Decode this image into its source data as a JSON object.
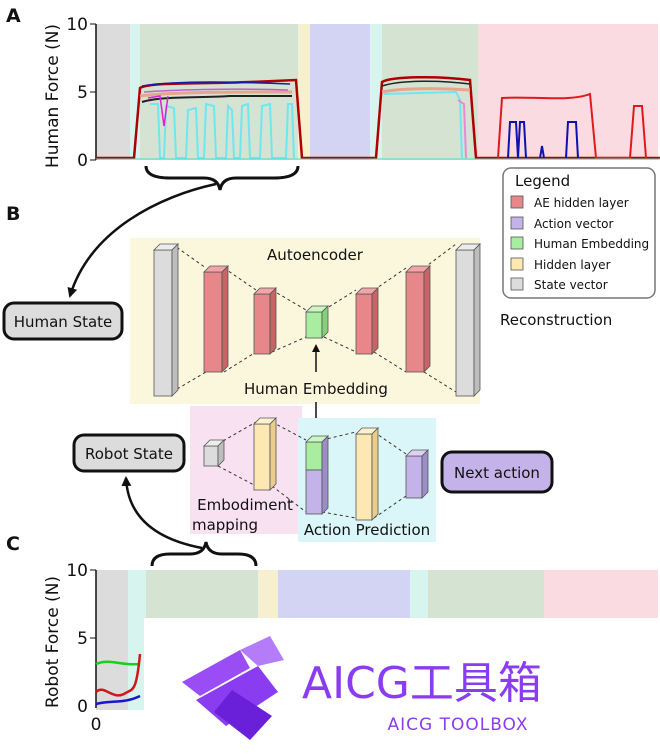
{
  "panels": {
    "a": "A",
    "b": "B",
    "c": "C"
  },
  "chart_a": {
    "ylabel": "Human Force (N)",
    "yticks": [
      "0",
      "5",
      "10"
    ]
  },
  "chart_c": {
    "ylabel": "Robot Force (N)",
    "yticks": [
      "0",
      "5",
      "10"
    ],
    "xticks": [
      "0"
    ]
  },
  "diagram": {
    "autoencoder_title": "Autoencoder",
    "reconstruction": "Reconstruction",
    "human_embedding": "Human Embedding",
    "human_state": "Human State",
    "robot_state": "Robot State",
    "next_action": "Next action",
    "embodiment_line1": "Embodiment",
    "embodiment_line2": "mapping",
    "action_prediction": "Action Prediction"
  },
  "legend": {
    "title": "Legend",
    "items": [
      {
        "label": "AE hidden layer",
        "color": "#e8878a"
      },
      {
        "label": "Action vector",
        "color": "#c3b3e8"
      },
      {
        "label": "Human Embedding",
        "color": "#a9eea0"
      },
      {
        "label": "Hidden layer",
        "color": "#fde7b2"
      },
      {
        "label": "State vector",
        "color": "#dcdcdc"
      }
    ]
  },
  "watermark": {
    "title": "AICG工具箱",
    "subtitle": "AICG TOOLBOX"
  },
  "colors": {
    "ae_layer": "#e8878a",
    "embedding": "#a9eea0",
    "hidden": "#fde7b2",
    "state": "#dcdcdc",
    "action": "#c3b3e8",
    "autoencoder_bg": "#fbf7dc",
    "embodiment_bg": "#f8e1f1",
    "prediction_bg": "#daf6f8",
    "watermark": "#8a3cf0"
  }
}
